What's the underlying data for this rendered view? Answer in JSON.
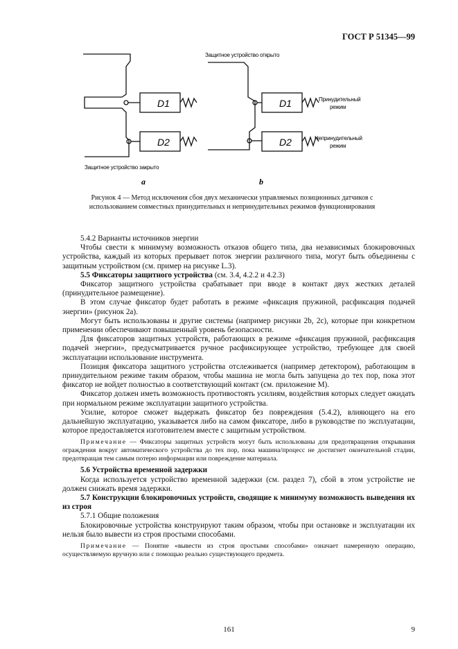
{
  "header": {
    "standard": "ГОСТ Р 51345—99"
  },
  "figure": {
    "top_label": "Защитное устройство открыто",
    "bottom_label": "Защитное устройство закрыто",
    "d1": "D1",
    "d2": "D2",
    "d1b": "D1",
    "d2b": "D2",
    "mode_forced_1": "Принудительный",
    "mode_forced_2": "режим",
    "mode_nonforced_1": "Непринудительный",
    "mode_nonforced_2": "режим",
    "label_a": "a",
    "label_b": "b",
    "caption": "Рисунок 4 — Метод исключения сбоя двух механически управляемых позиционных датчиков с использованием совместных принудительных и непринудительных режимов функционирования"
  },
  "body": {
    "s542_title": "5.4.2 Варианты источников энергии",
    "s542_p1": "Чтобы свести к минимуму возможность отказов общего типа, два независимых блокировочных устройства, каждый из которых прерывает поток энергии различного типа, могут быть объединены с защитным устройством (см. пример на рисунке L.3).",
    "s55_num_title": "5.5 Фиксаторы защитного устройства",
    "s55_ref": " (см. 3.4, 4.2.2 и 4.2.3)",
    "s55_p1": "Фиксатор защитного устройства срабатывает при вводе в контакт двух жестких деталей (принудительное размещение).",
    "s55_p2": "В этом случае фиксатор будет работать в режиме «фиксация пружиной, расфиксация подачей энергии» (рисунок 2а).",
    "s55_p3": "Могут быть использованы и другие системы (например рисунки 2b, 2с), которые при конкретном применении обеспечивают повышенный уровень безопасности.",
    "s55_p4": "Для фиксаторов защитных устройств, работающих в режиме «фиксация пружиной, расфиксация подачей энергии», предусматривается ручное расфиксирующее устройство, требующее для своей эксплуатации использование инструмента.",
    "s55_p5": "Позиция фиксатора защитного устройства отслеживается (например детектором), работающим в принудительном режиме таким образом, чтобы машина не могла быть запущена до тех пор, пока этот фиксатор не войдет полностью в соответствующий контакт (см. приложение М).",
    "s55_p6": "Фиксатор должен иметь возможность противостоять усилиям, воздействия которых следует ожидать при нормальном режиме эксплуатации защитного устройства.",
    "s55_p7": "Усилие, которое сможет выдержать фиксатор без повреждения (5.4.2), влияющего на его дальнейшую эксплуатацию, указывается либо на самом фиксаторе, либо в руководстве по эксплуатации, которое предоставляется изготовителем вместе с защитным устройством.",
    "note_label": "Примечание",
    "note1_text": " — Фиксаторы защитных устройств могут быть использованы для предотвращения открывания ограждения вокруг автоматического устройства до тех пор, пока машина/процесс не достигнет окончательной стадии, предотвращая тем самым потерю информации или повреждение материала.",
    "s56_title": "5.6 Устройства временной задержки",
    "s56_p1": "Когда используется устройство временной задержки (см. раздел 7), сбой в этом устройстве не должен снижать время задержки.",
    "s57_title": "5.7 Конструкции блокировочных устройств, сводящие к минимуму возможность выведения их из строя",
    "s571_title": "5.7.1 Общие положения",
    "s571_p1": "Блокировочные устройства конструируют таким образом, чтобы при остановке и эксплуатации их нельзя было вывести из строя простыми способами.",
    "note2_text": " — Понятие «вывести из строя простыми способами» означает намеренную операцию, осуществляемую вручную или с помощью реально существующего предмета."
  },
  "footer": {
    "page_center": "161",
    "page_right": "9"
  }
}
